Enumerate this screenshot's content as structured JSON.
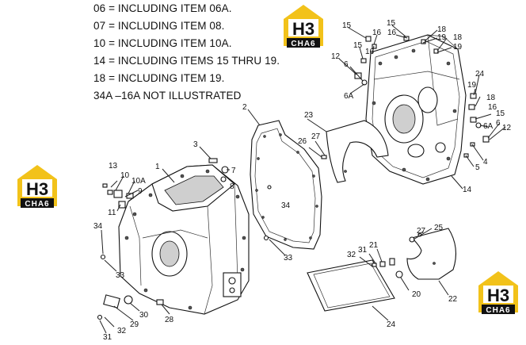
{
  "notes": [
    "06 = INCLUDING ITEM 06A.",
    "07 = INCLUDING ITEM 08.",
    "10 = INCLUDING ITEM 10A.",
    "14 = INCLUDING ITEMS 15 THRU 19.",
    "18 = INCLUDING ITEM 19.",
    "34A –16A  NOT ILLUSTRATED"
  ],
  "logo": {
    "mark": "H3",
    "text": "CHA6",
    "color": "#f2c21a"
  },
  "callouts": {
    "c1": "1",
    "c2": "2",
    "c3": "3",
    "c7": "7",
    "c8": "8",
    "c9": "9",
    "c10": "10",
    "c10a": "10A",
    "c11": "11",
    "c13": "13",
    "c34a": "34",
    "c34b": "34",
    "c33a": "33",
    "c33b": "33",
    "c30": "30",
    "c29": "29",
    "c32a": "32",
    "c31a": "31",
    "c28": "28",
    "c23": "23",
    "c26": "26",
    "c27a": "27",
    "c14": "14",
    "c5": "5",
    "c4": "4",
    "c6r": "6",
    "c12r": "12",
    "c15r": "15",
    "c16r": "16",
    "c6ar": "6A",
    "c18r": "18",
    "c19r": "19",
    "c24": "24",
    "c15a": "15",
    "c16a": "16",
    "c15b": "15",
    "c16b": "16",
    "c12": "12",
    "c6": "6",
    "c6a": "6A",
    "c15c": "15",
    "c16c": "16",
    "c18a": "18",
    "c19a": "19",
    "c18b": "18",
    "c19b": "19",
    "c27b": "27",
    "c25": "25",
    "c21": "21",
    "c31b": "31",
    "c32b": "32",
    "c20": "20",
    "c22": "22",
    "c24b": "24"
  }
}
